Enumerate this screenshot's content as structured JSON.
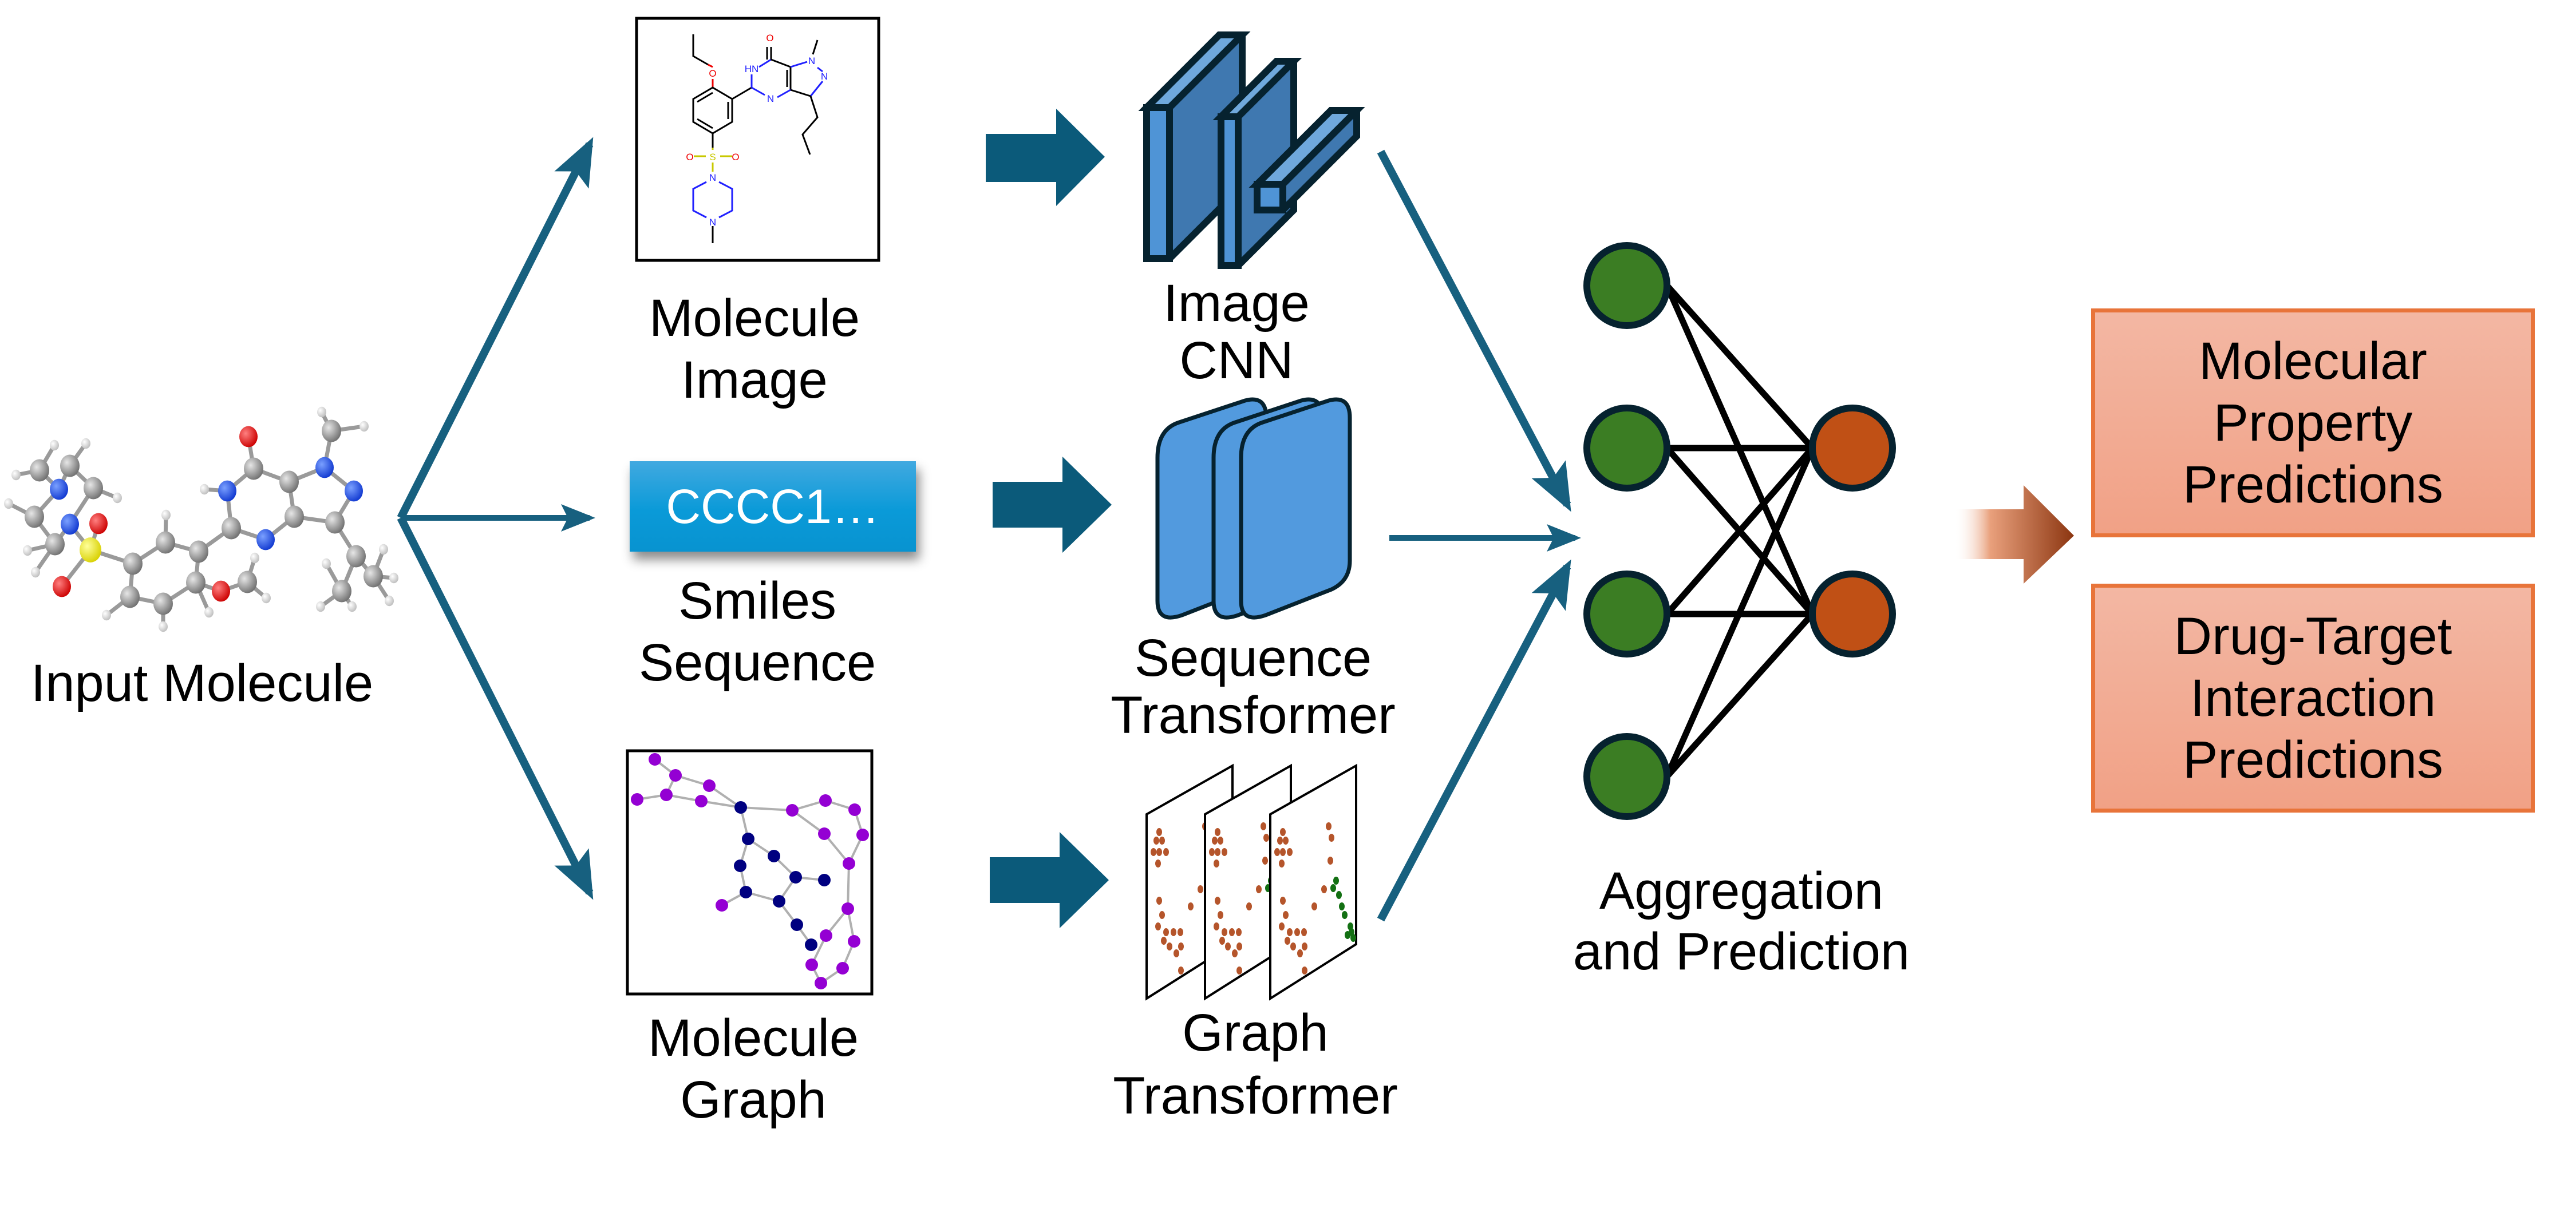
{
  "diagram": {
    "input": {
      "label": "Input Molecule",
      "icon": "ball-and-stick-molecule"
    },
    "representations": [
      {
        "id": "image",
        "label_lines": [
          "Molecule",
          "Image"
        ],
        "icon": "2d-structure-drawing"
      },
      {
        "id": "smiles",
        "label_lines": [
          "Smiles",
          "Sequence"
        ],
        "value": "CCCC1…"
      },
      {
        "id": "graph",
        "label_lines": [
          "Molecule",
          "Graph"
        ],
        "icon": "molecular-graph"
      }
    ],
    "encoders": [
      {
        "id": "cnn",
        "label_lines": [
          "Image",
          "CNN"
        ],
        "icon": "cnn-layers"
      },
      {
        "id": "seq",
        "label_lines": [
          "Sequence",
          "Transformer"
        ],
        "icon": "transformer-layers"
      },
      {
        "id": "graph",
        "label_lines": [
          "Graph",
          "Transformer"
        ],
        "icon": "graph-attention-layers"
      }
    ],
    "aggregation": {
      "label_lines": [
        "Aggregation",
        "and Prediction"
      ],
      "input_nodes": 4,
      "output_nodes": 2
    },
    "outputs": [
      {
        "label_lines": [
          "Molecular",
          "Property",
          "Predictions"
        ]
      },
      {
        "label_lines": [
          "Drug-Target",
          "Interaction",
          "Predictions"
        ]
      }
    ]
  },
  "colors": {
    "arrow": "#17607f",
    "block_arrow": "#0b5a7a",
    "input_node": "#3b7d23",
    "output_node": "#c05015",
    "node_outline": "#06222f",
    "smiles_box": "#0a9ad8",
    "prediction_fill": "#f2aa90",
    "prediction_border": "#e8743a",
    "graph_node_purple": "#9400d3",
    "graph_node_navy": "#000080"
  }
}
